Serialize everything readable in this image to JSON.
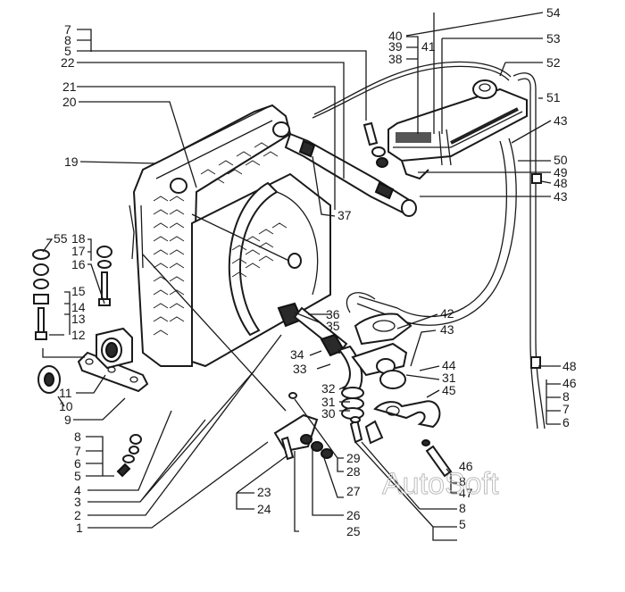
{
  "diagram": {
    "subject": "Radiator and cooling system assembly (exploded parts view)",
    "watermark": "AutoSoft",
    "colors": {
      "ink": "#1a1a1a",
      "background": "#ffffff",
      "watermark": "#bdbdbd"
    },
    "labels": {
      "l1": "1",
      "l2": "2",
      "l3": "3",
      "l4": "4",
      "l5a": "5",
      "l6a": "6",
      "l7a": "7",
      "l8a": "8",
      "l9": "9",
      "l10": "10",
      "l11": "11",
      "l12": "12",
      "l13": "13",
      "l14": "14",
      "l15": "15",
      "l16": "16",
      "l17": "17",
      "l18": "18",
      "l19": "19",
      "l20": "20",
      "l21": "21",
      "l22": "22",
      "l7t": "7",
      "l8t": "8",
      "l5t": "5",
      "l23": "23",
      "l24": "24",
      "l25": "25",
      "l26": "26",
      "l27": "27",
      "l28": "28",
      "l29": "29",
      "l30": "30",
      "l31a": "31",
      "l32": "32",
      "l33": "33",
      "l34": "34",
      "l35": "35",
      "l36": "36",
      "l37": "37",
      "l38": "38",
      "l39": "39",
      "l40": "40",
      "l41": "41",
      "l42": "42",
      "l43a": "43",
      "l43b": "43",
      "l43c": "43",
      "l44": "44",
      "l31b": "31",
      "l45": "45",
      "l46a": "46",
      "l8b": "8",
      "l47": "47",
      "l8c": "8",
      "l5b": "5",
      "l48a": "48",
      "l49": "49",
      "l50": "50",
      "l51": "51",
      "l52": "52",
      "l53": "53",
      "l54": "54",
      "l55": "55",
      "l48b": "48",
      "l46b": "46",
      "l8d": "8",
      "l7b": "7",
      "l6b": "6"
    }
  }
}
